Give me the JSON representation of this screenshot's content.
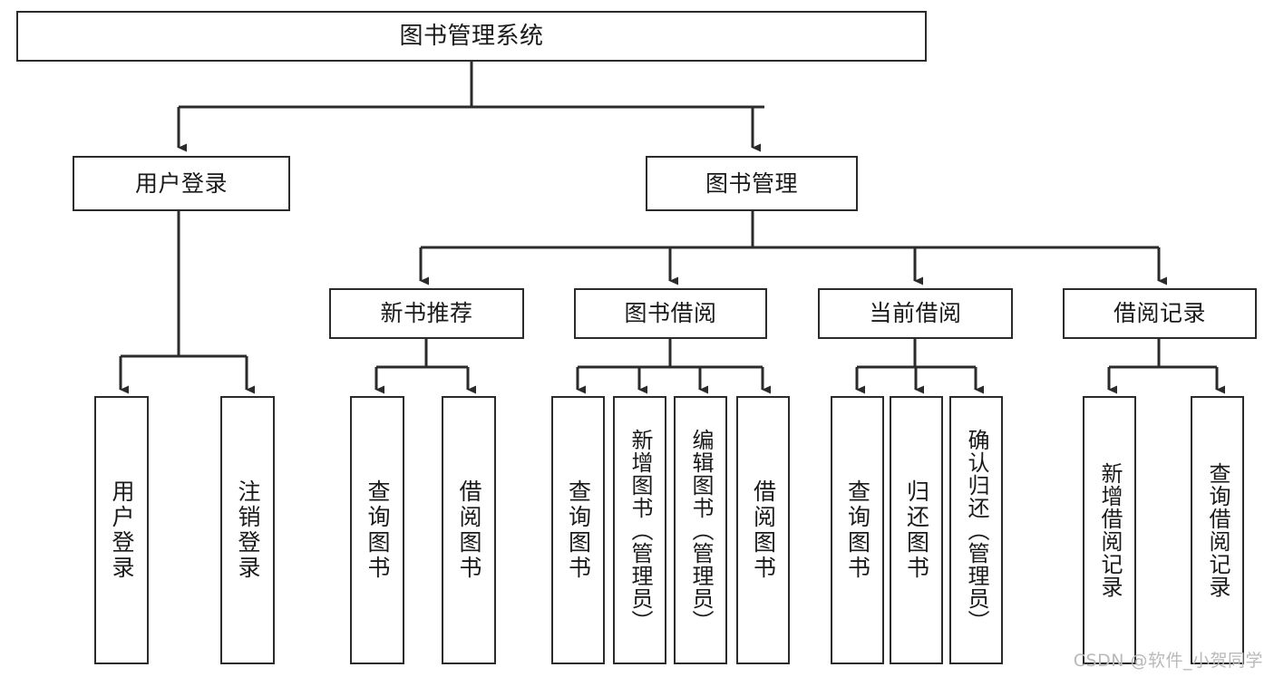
{
  "diagram": {
    "title": "图书管理系统",
    "type": "tree-hierarchy-chart",
    "orientation": "top-down",
    "colors": {
      "background": "#ffffff",
      "node_fill": "#ffffff",
      "node_stroke": "#2b2b2b",
      "edge_stroke": "#2b2b2b",
      "text": "#1a1a1a",
      "watermark": "#b9b9b9"
    }
  },
  "root": {
    "label": "图书管理系统"
  },
  "level2": [
    {
      "label": "用户登录"
    },
    {
      "label": "图书管理"
    }
  ],
  "level3": [
    {
      "label": "新书推荐"
    },
    {
      "label": "图书借阅"
    },
    {
      "label": "当前借阅"
    },
    {
      "label": "借阅记录"
    }
  ],
  "leaves": {
    "user_login": [
      {
        "label": "用户登录"
      },
      {
        "label": "注销登录"
      }
    ],
    "new_book_recommend": [
      {
        "label": "查询图书"
      },
      {
        "label": "借阅图书"
      }
    ],
    "book_borrow": [
      {
        "label": "查询图书"
      },
      {
        "label": "新增图书（管理员）"
      },
      {
        "label": "编辑图书（管理员）"
      },
      {
        "label": "借阅图书"
      }
    ],
    "current_borrow": [
      {
        "label": "查询图书"
      },
      {
        "label": "归还图书"
      },
      {
        "label": "确认归还（管理员）"
      }
    ],
    "borrow_record": [
      {
        "label": "新增借阅记录"
      },
      {
        "label": "查询借阅记录"
      }
    ]
  },
  "watermark": {
    "text": "CSDN @软件_小贺同学"
  }
}
